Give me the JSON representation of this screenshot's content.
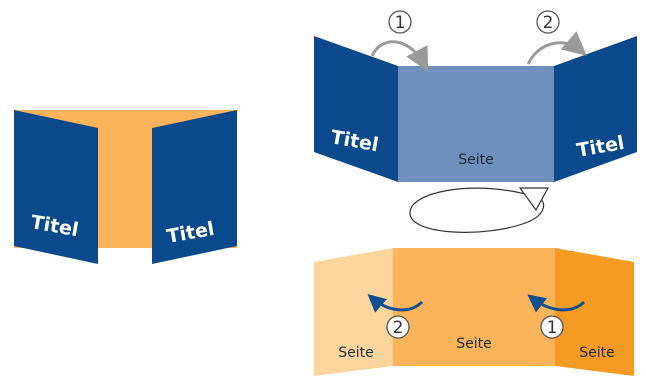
{
  "colors": {
    "dark_blue": "#0a4a8c",
    "light_blue": "#6f8fbd",
    "orange_light": "#fbd59b",
    "orange_mid": "#fbb459",
    "orange_dark": "#f59a22",
    "gray_arrow": "#9a9a9a",
    "blue_arrow": "#0d4f92"
  },
  "closed_flyer": {
    "left_flap_label": "Titel",
    "right_flap_label": "Titel"
  },
  "outside_view": {
    "left_flap_label": "Titel",
    "center_label": "Seite",
    "right_flap_label": "Titel",
    "step1_label": "1",
    "step2_label": "2"
  },
  "inside_view": {
    "left_label": "Seite",
    "center_label": "Seite",
    "right_label": "Seite",
    "step1_label": "1",
    "step2_label": "2"
  }
}
